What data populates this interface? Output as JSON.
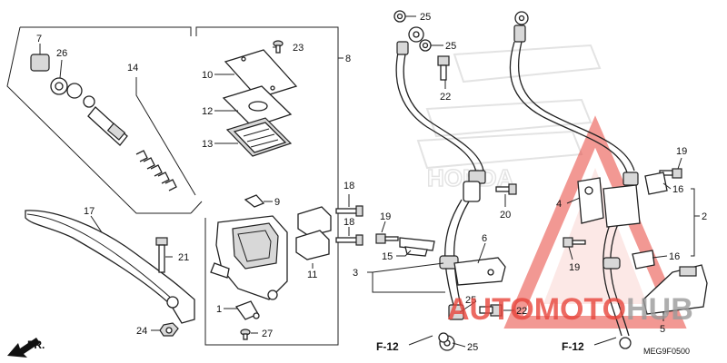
{
  "diagram": {
    "code": "MEG9F0500",
    "direction_label": "FR.",
    "refs": {
      "left": "F-12",
      "right": "F-12"
    },
    "callouts": [
      {
        "id": "c7",
        "text": "7"
      },
      {
        "id": "c26",
        "text": "26"
      },
      {
        "id": "c14",
        "text": "14"
      },
      {
        "id": "c17",
        "text": "17"
      },
      {
        "id": "c21",
        "text": "21"
      },
      {
        "id": "c24",
        "text": "24"
      },
      {
        "id": "c23",
        "text": "23"
      },
      {
        "id": "c10",
        "text": "10"
      },
      {
        "id": "c12",
        "text": "12"
      },
      {
        "id": "c13",
        "text": "13"
      },
      {
        "id": "c8",
        "text": "8"
      },
      {
        "id": "c9",
        "text": "9"
      },
      {
        "id": "c18a",
        "text": "18"
      },
      {
        "id": "c18b",
        "text": "18"
      },
      {
        "id": "c11",
        "text": "11"
      },
      {
        "id": "c1",
        "text": "1"
      },
      {
        "id": "c27",
        "text": "27"
      },
      {
        "id": "c25a",
        "text": "25"
      },
      {
        "id": "c25b",
        "text": "25"
      },
      {
        "id": "c22a",
        "text": "22"
      },
      {
        "id": "c19a",
        "text": "19"
      },
      {
        "id": "c15",
        "text": "15"
      },
      {
        "id": "c6",
        "text": "6"
      },
      {
        "id": "c3",
        "text": "3"
      },
      {
        "id": "c25c",
        "text": "25"
      },
      {
        "id": "c22b",
        "text": "22"
      },
      {
        "id": "c25d",
        "text": "25"
      },
      {
        "id": "c20",
        "text": "20"
      },
      {
        "id": "c4",
        "text": "4"
      },
      {
        "id": "c19b",
        "text": "19"
      },
      {
        "id": "c19c",
        "text": "19"
      },
      {
        "id": "c16a",
        "text": "16"
      },
      {
        "id": "c16b",
        "text": "16"
      },
      {
        "id": "c2",
        "text": "2"
      },
      {
        "id": "c5",
        "text": "5"
      }
    ]
  },
  "watermark": {
    "brand_part1": "AUTO",
    "brand_part2": "MOTO",
    "brand_part3": "HUB",
    "color_red": "#e8453c",
    "color_gray": "#9a9a9a"
  }
}
